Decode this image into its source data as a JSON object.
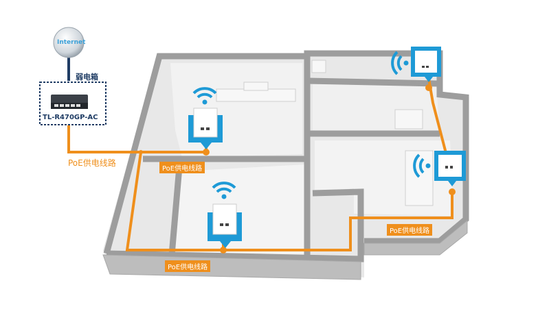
{
  "internet": {
    "label": "Internet",
    "icon": "globe-icon"
  },
  "cabinet": {
    "label": "弱电箱",
    "model": "TL-R470GP-AC",
    "icon": "router-icon"
  },
  "poe_labels": [
    "PoE供电线路",
    "PoE供电线路",
    "PoE供电线路",
    "PoE供电线路"
  ],
  "access_points": [
    {
      "room": "bedroom-top-left",
      "icon": "wall-ap-icon"
    },
    {
      "room": "living-room",
      "icon": "wall-ap-icon"
    },
    {
      "room": "room-top-right",
      "icon": "wall-ap-icon"
    },
    {
      "room": "room-right",
      "icon": "wall-ap-icon"
    }
  ],
  "colors": {
    "poe": "#ef8f1c",
    "ap": "#1e9ad6",
    "wall": "#9d9d9d",
    "floor": "#ececec",
    "cable": "#1f3c64"
  }
}
